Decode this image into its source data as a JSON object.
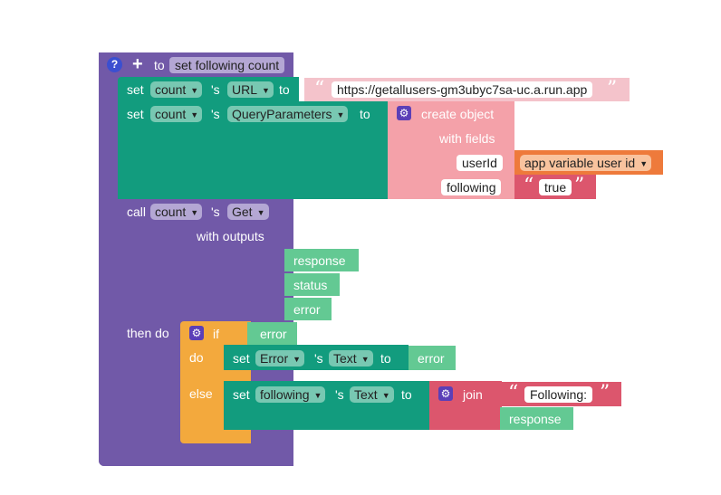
{
  "procedure": {
    "help_icon": "?",
    "plus_icon": "+",
    "to_label": "to",
    "name": "set following count"
  },
  "row1": {
    "set": "set",
    "component": "count",
    "possessive": "'s",
    "property": "URL",
    "to": "to",
    "value": "https://getallusers-gm3ubyc7sa-uc.a.run.app"
  },
  "row2": {
    "set": "set",
    "component": "count",
    "possessive": "'s",
    "property": "QueryParameters",
    "to": "to",
    "create_object": "create object",
    "with_fields": "with fields",
    "field1_name": "userId",
    "field1_value": "app variable user id",
    "field2_name": "following",
    "field2_value": "true"
  },
  "call": {
    "call": "call",
    "component": "count",
    "possessive": "'s",
    "method": "Get",
    "with_outputs": "with outputs",
    "outputs": [
      "response",
      "status",
      "error"
    ],
    "then_do": "then do"
  },
  "if_block": {
    "if": "if",
    "condition": "error",
    "do": "do",
    "else": "else",
    "do_set": "set",
    "do_component": "Error",
    "do_possessive": "'s",
    "do_property": "Text",
    "do_to": "to",
    "do_value": "error",
    "else_set": "set",
    "else_component": "following",
    "else_possessive": "'s",
    "else_property": "Text",
    "else_to": "to",
    "join": "join",
    "join_text": "Following:",
    "join_value": "response"
  },
  "colors": {
    "procedure": "#7159a8",
    "teal": "#129c7e",
    "object": "#f4a1a9",
    "variable": "#ee7a3b",
    "control": "#f3a93d",
    "text": "#dc566d",
    "output": "#63c993"
  }
}
